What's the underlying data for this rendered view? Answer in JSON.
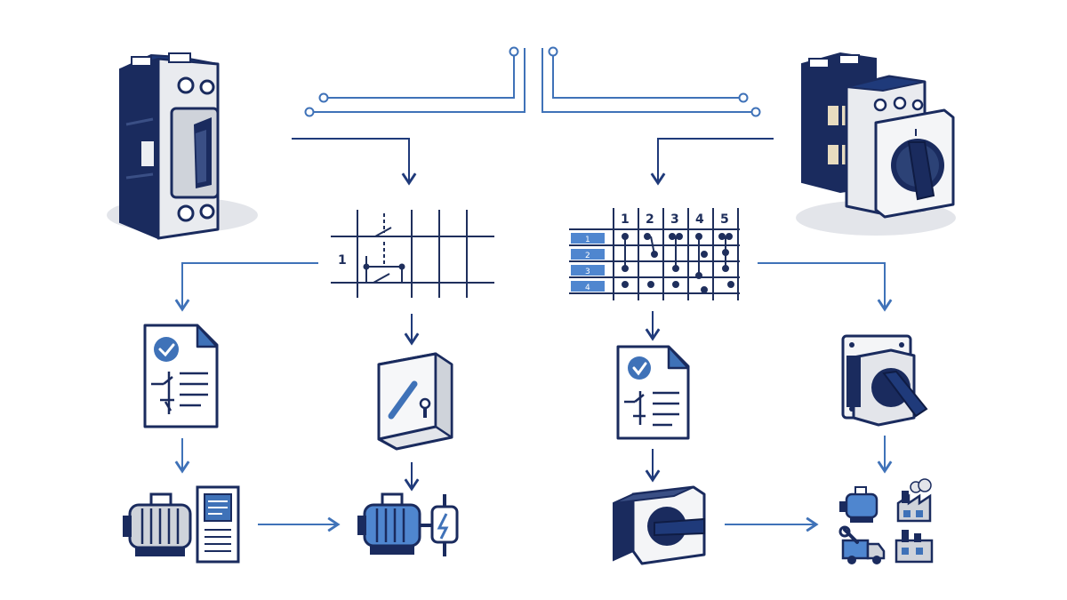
{
  "palette": {
    "navy": "#1f3a7a",
    "dark_navy": "#1a2b5e",
    "blue": "#3f72b8",
    "light_blue": "#4f86cf",
    "grey": "#cfd3da",
    "light_grey": "#eceef2",
    "shadow": "#e3e5ea"
  },
  "left_schematic": {
    "row_label": "1"
  },
  "right_table": {
    "column_labels": [
      "1",
      "2",
      "3",
      "4",
      "5"
    ],
    "row_labels": [
      "1",
      "2",
      "3",
      "4"
    ]
  },
  "icons": [
    "circuit-breaker-icon",
    "cam-switch-icon",
    "schematic-switch-icon",
    "switching-table-icon",
    "document-check-icon",
    "enclosure-icon",
    "motor-icon",
    "control-cabinet-icon",
    "rotary-switch-icon",
    "panel-rotary-switch-icon",
    "factory-icon",
    "utility-truck-icon"
  ]
}
